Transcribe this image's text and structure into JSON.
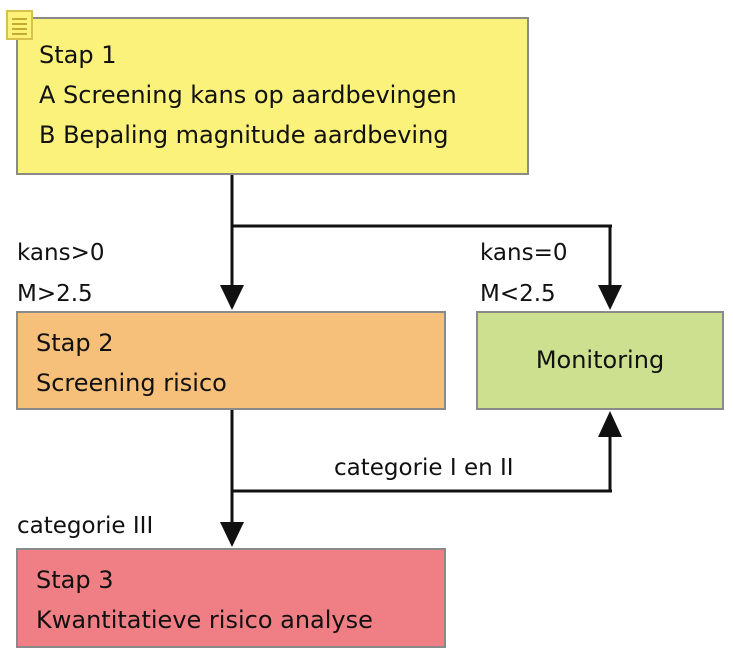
{
  "colors": {
    "stap1": "#fbf27b",
    "stap2": "#f6c07b",
    "stap3": "#ef7f85",
    "monitoring": "#cde08f",
    "border": "#8a8a8a",
    "line": "#111111"
  },
  "icons": {
    "note": "note-icon"
  },
  "stap1": {
    "line1": "Stap 1",
    "line2": "A Screening kans op aardbevingen",
    "line3": "B Bepaling magnitude aardbeving"
  },
  "stap2": {
    "line1": "Stap 2",
    "line2": "Screening risico"
  },
  "stap3": {
    "line1": "Stap 3",
    "line2": "Kwantitatieve risico analyse"
  },
  "monitoring": {
    "label": "Monitoring"
  },
  "conditions": {
    "left_kans": "kans>0",
    "left_m": "M>2.5",
    "right_kans": "kans=0",
    "right_m": "M<2.5",
    "categorie_low": "categorie I en II",
    "categorie_high": "categorie III"
  }
}
